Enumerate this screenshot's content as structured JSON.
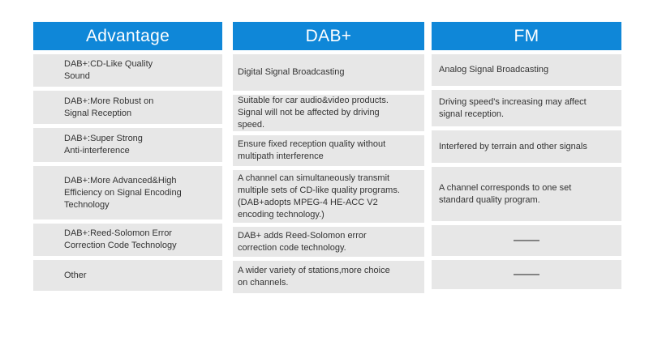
{
  "title": "DAB+ vs FM comparison table",
  "colors": {
    "header_bg": "#0f87d8",
    "header_text": "#ffffff",
    "cell_bg": "#e7e7e7",
    "cell_text": "#333333",
    "page_bg": "#ffffff"
  },
  "chart_data": {
    "type": "table",
    "headers": [
      "Advantage",
      "DAB+",
      "FM"
    ],
    "rows": [
      [
        "DAB+:CD-Like Quality\nSound",
        "Digital Signal Broadcasting",
        "Analog Signal Broadcasting"
      ],
      [
        "DAB+:More Robust on\nSignal Reception",
        "Suitable for car audio&video products.\nSignal will not be affected by driving\nspeed.",
        "Driving speed's increasing may affect\nsignal reception."
      ],
      [
        "DAB+:Super Strong\nAnti-interference",
        "Ensure fixed reception quality without\nmultipath interference",
        "Interfered by terrain and other signals"
      ],
      [
        "DAB+:More Advanced&High\nEfficiency on Signal Encoding\nTechnology",
        "A channel can simultaneously transmit\nmultiple sets of CD-like quality programs.\n(DAB+adopts MPEG-4 HE-ACC V2\nencoding technology.)",
        "A channel corresponds to one set\nstandard quality program."
      ],
      [
        "DAB+:Reed-Solomon Error\nCorrection Code Technology",
        "DAB+ adds Reed-Solomon error\ncorrection code technology.",
        "——"
      ],
      [
        "Other",
        "A wider variety of stations,more choice\non channels.",
        "——"
      ]
    ]
  }
}
